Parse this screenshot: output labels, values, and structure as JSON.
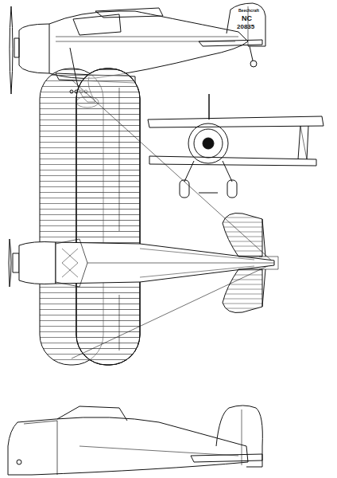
{
  "diagram": {
    "labels": [
      "Beechcraft",
      "NC",
      "20835"
    ]
  }
}
